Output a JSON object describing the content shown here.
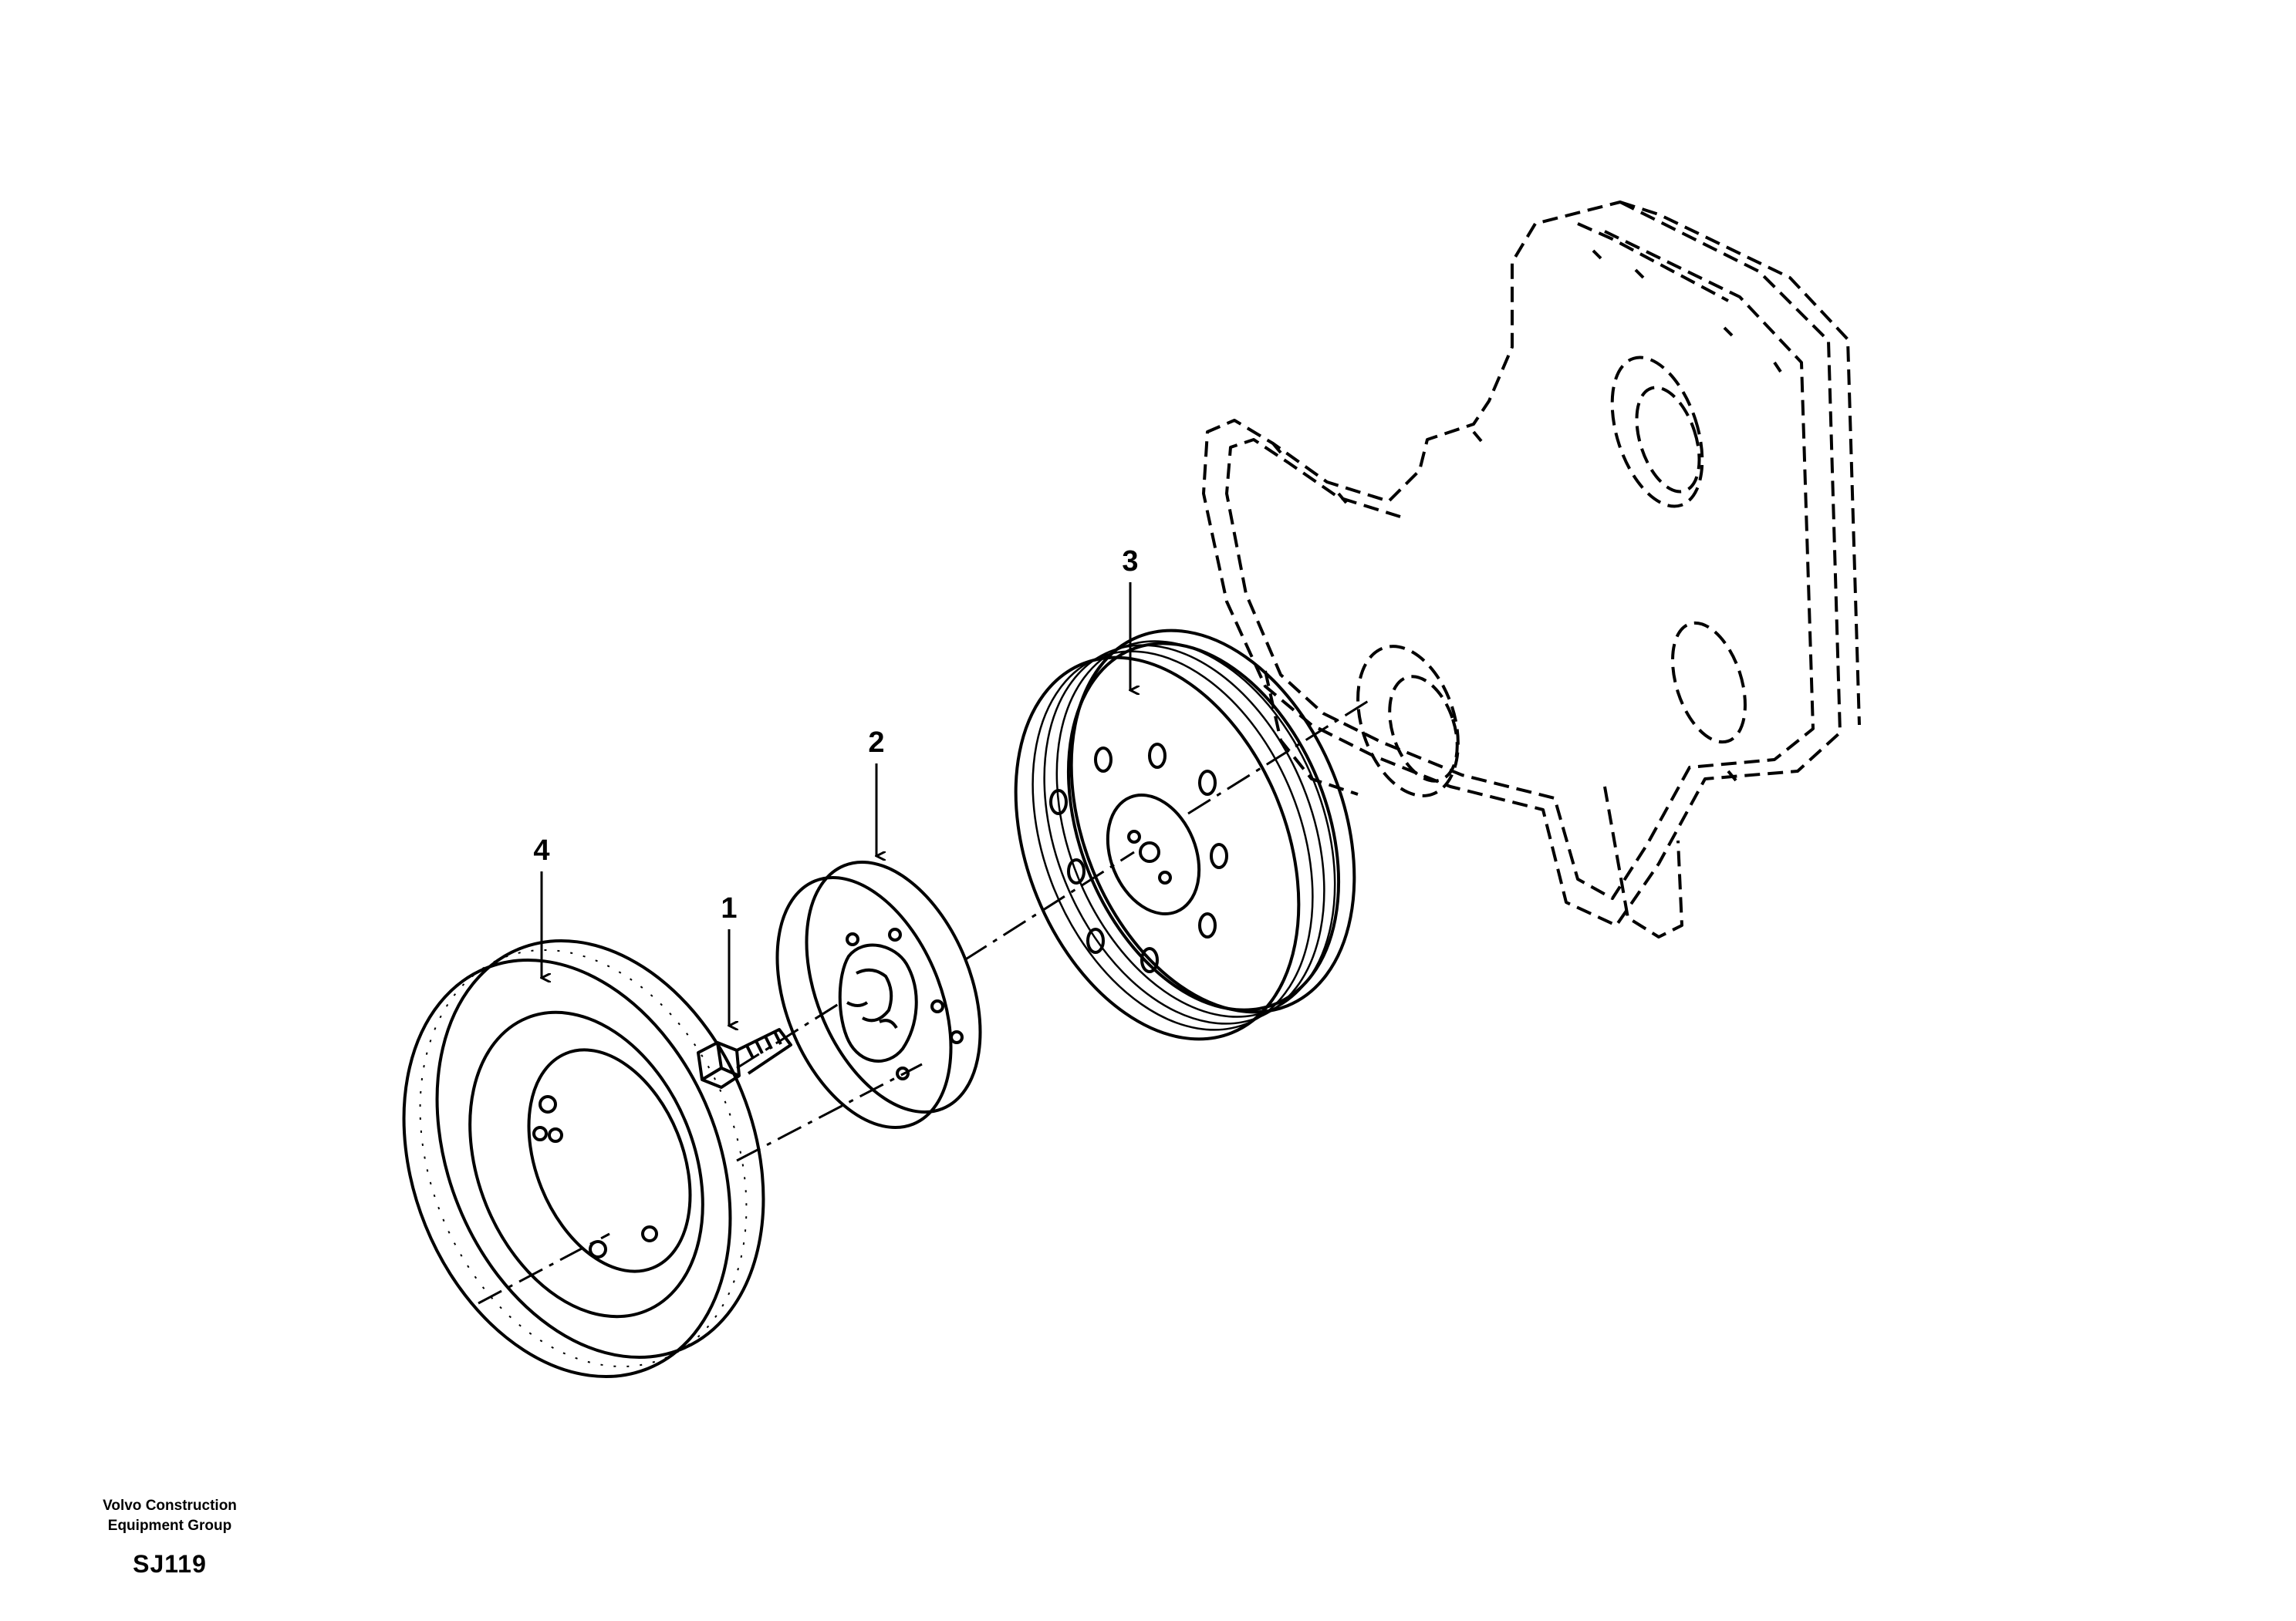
{
  "callouts": [
    {
      "id": "1",
      "label": "1"
    },
    {
      "id": "2",
      "label": "2"
    },
    {
      "id": "3",
      "label": "3"
    },
    {
      "id": "4",
      "label": "4"
    }
  ],
  "footer": {
    "org_line1": "Volvo Construction",
    "org_line2": "Equipment Group",
    "figure_code": "SJ119"
  },
  "colors": {
    "ink": "#000000",
    "background": "#ffffff"
  }
}
